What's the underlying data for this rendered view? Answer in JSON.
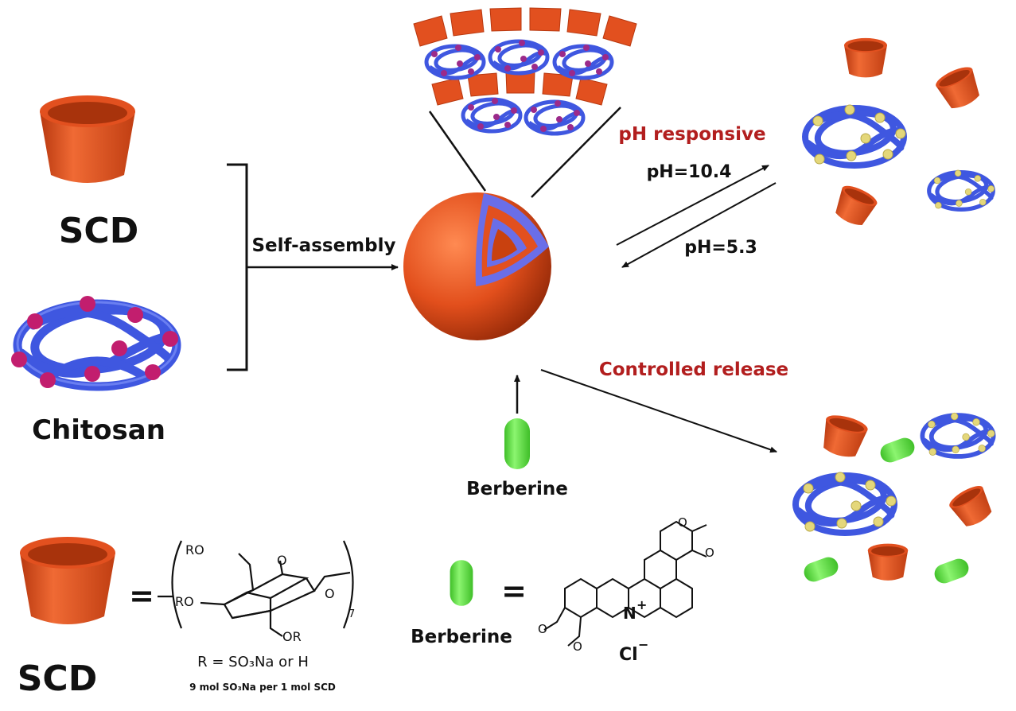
{
  "labels": {
    "scd_top": "SCD",
    "chitosan": "Chitosan",
    "self_assembly": "Self-assembly",
    "ph_responsive": "pH responsive",
    "ph_high": "pH=10.4",
    "ph_low": "pH=5.3",
    "controlled_release": "Controlled release",
    "berberine_center": "Berberine",
    "scd_bottom": "SCD",
    "berberine_bottom": "Berberine",
    "equals_1": "=",
    "equals_2": "=",
    "r_definition": "R = SO₃Na or H",
    "mol_note": "9 mol SO₃Na per 1 mol SCD",
    "ro_top": "RO",
    "ro_mid": "RO",
    "or_bottom": "OR",
    "o_ring": "O",
    "o_link": "O",
    "subscript_7": "7",
    "n_plus": "N",
    "plus": "+",
    "chloride": "Cl",
    "minus": "−",
    "methoxy_o1": "O",
    "methoxy_o2": "O",
    "diox_o1": "O",
    "diox_o2": "O"
  },
  "colors": {
    "cup": "#e2501f",
    "cup_dark": "#b8380f",
    "chitosan": "#3f57e0",
    "bead_pink": "#c21e6e",
    "bead_yellow": "#e4d77a",
    "berberine": "#55e03a",
    "sphere": "#e24f1c",
    "label_red": "#b21e1e"
  }
}
